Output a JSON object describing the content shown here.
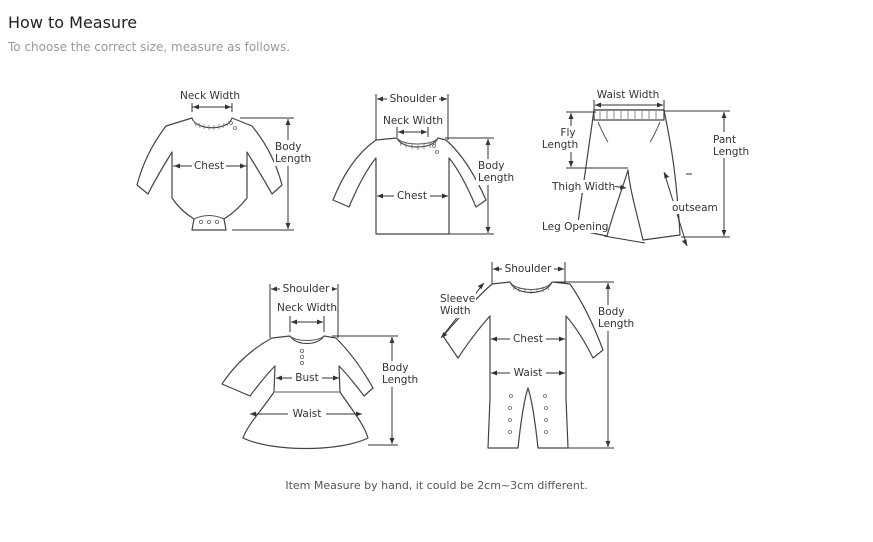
{
  "header": {
    "title": "How to Measure",
    "subtitle": "To choose the correct size, measure as follows."
  },
  "labels": {
    "neck_width": "Neck Width",
    "shoulder": "Shoulder",
    "chest": "Chest",
    "body_length_1": "Body",
    "body_length_2": "Length",
    "waist_width": "Waist Width",
    "fly_length_1": "Fly",
    "fly_length_2": "Length",
    "pant_length_1": "Pant",
    "pant_length_2": "Length",
    "thigh_width": "Thigh Width",
    "outseam": "outseam",
    "leg_opening": "Leg Opening",
    "bust": "Bust",
    "waist": "Waist",
    "sleeve_width_1": "Sleeve",
    "sleeve_width_2": "Width"
  },
  "footer": {
    "note": "Item Measure by hand, it could be 2cm~3cm different."
  }
}
